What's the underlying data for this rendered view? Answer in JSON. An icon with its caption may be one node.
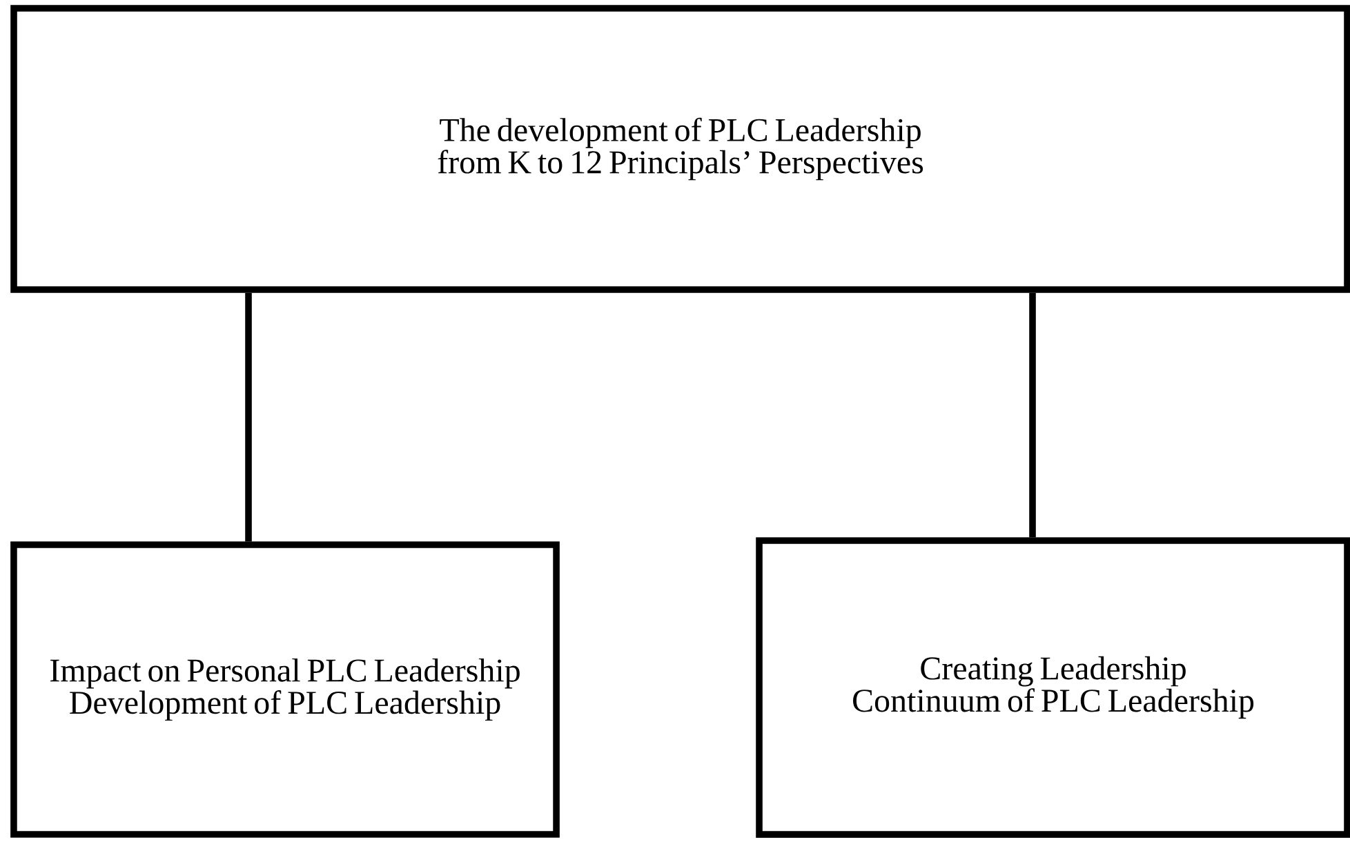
{
  "diagram": {
    "nodes": [
      {
        "text": [
          "The development of PLC Leadership from K to 12 Principals’ Perspectives"
        ]
      },
      {
        "text": [
          "Impact on Personal PLC Leadership Development of PLC Leadership"
        ]
      },
      {
        "text": [
          "Creating Leadership Continuum of PLC Leadership"
        ]
      }
    ],
    "edges": [
      {
        "from": 0,
        "to": 1,
        "arrow": "none"
      },
      {
        "from": 0,
        "to": 2,
        "arrow": "none"
      }
    ]
  }
}
